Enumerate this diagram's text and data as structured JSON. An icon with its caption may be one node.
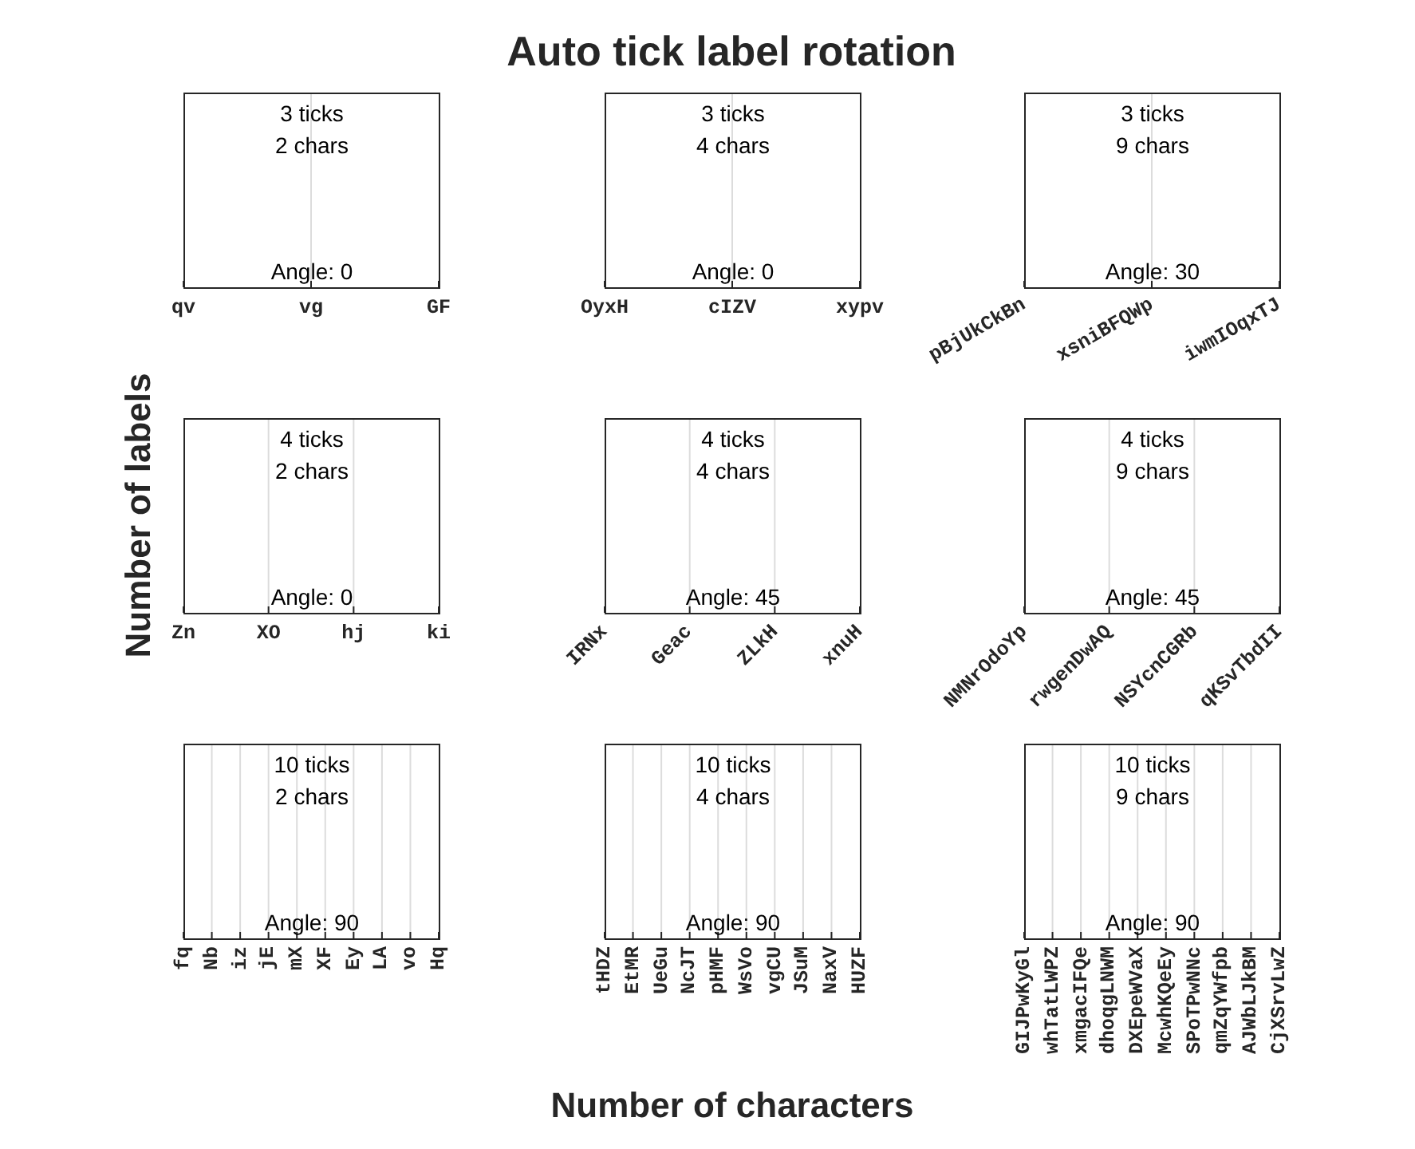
{
  "diagram": {
    "title": "Auto tick label rotation",
    "nodes": [
      {
        "text": [
          "3 ticks",
          "2 chars",
          "Angle: 0"
        ],
        "beside": [
          "qv",
          "vg",
          "GF"
        ]
      },
      {
        "text": [
          "3 ticks",
          "4 chars",
          "Angle: 0"
        ],
        "beside": [
          "OyxH",
          "cIZV",
          "xypv"
        ]
      },
      {
        "text": [
          "3 ticks",
          "9 chars",
          "Angle: 30"
        ],
        "beside": [
          "pBjUkCkBn",
          "xsniBFQWp",
          "iwmIOqxTJ"
        ]
      },
      {
        "text": [
          "4 ticks",
          "2 chars",
          "Angle: 0"
        ],
        "beside": [
          "Zn",
          "XO",
          "hj",
          "ki"
        ]
      },
      {
        "text": [
          "4 ticks",
          "4 chars",
          "Angle: 45"
        ],
        "beside": [
          "IRNx",
          "Geac",
          "ZLkH",
          "xnuH"
        ]
      },
      {
        "text": [
          "4 ticks",
          "9 chars",
          "Angle: 45"
        ],
        "beside": [
          "NMNrOdoYp",
          "rwgenDwAQ",
          "NSYcnCGRb",
          "qKSvTbdII"
        ]
      },
      {
        "text": [
          "10 ticks",
          "2 chars",
          "Angle: 90"
        ],
        "beside": [
          "fq",
          "Nb",
          "iz",
          "jE",
          "mX",
          "XF",
          "Ey",
          "LA",
          "vo",
          "Hq"
        ]
      },
      {
        "text": [
          "10 ticks",
          "4 chars",
          "Angle: 90"
        ],
        "beside": [
          "tHDZ",
          "EtMR",
          "UeGu",
          "NcJT",
          "pHMF",
          "WsVo",
          "vgCU",
          "JSuM",
          "NaxV",
          "HUZF"
        ]
      },
      {
        "text": [
          "10 ticks",
          "9 chars",
          "Angle: 90"
        ],
        "beside": [
          "GIJPwKyGl",
          "whTatLWPZ",
          "xmgacIFQe",
          "dhoqgLNWM",
          "DXEpeWVaX",
          "McwhKQeEy",
          "SPoTPwNNc",
          "qmZqYWfpb",
          "AJWbLJkBM",
          "CjXSrvLwZ"
        ]
      }
    ],
    "labels": [
      "Number of labels",
      "Number of characters"
    ]
  }
}
